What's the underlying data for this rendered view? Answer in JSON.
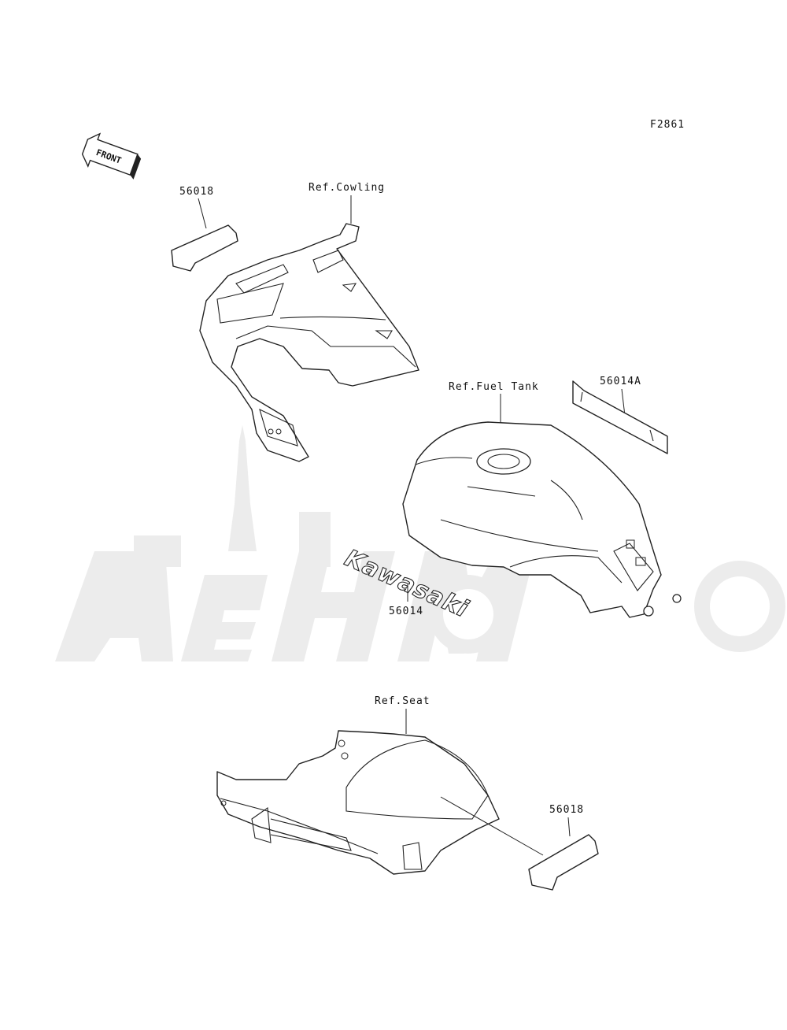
{
  "diagram_code": "F2861",
  "front_arrow_text": "FRONT",
  "labels": {
    "decal_56018_top": "56018",
    "ref_cowling": "Ref.Cowling",
    "ref_fuel_tank": "Ref.Fuel Tank",
    "decal_56014A": "56014A",
    "decal_56014": "56014",
    "ref_seat": "Ref.Seat",
    "decal_56018_bottom": "56018"
  },
  "tank_emblem_text": "Kawasaki"
}
